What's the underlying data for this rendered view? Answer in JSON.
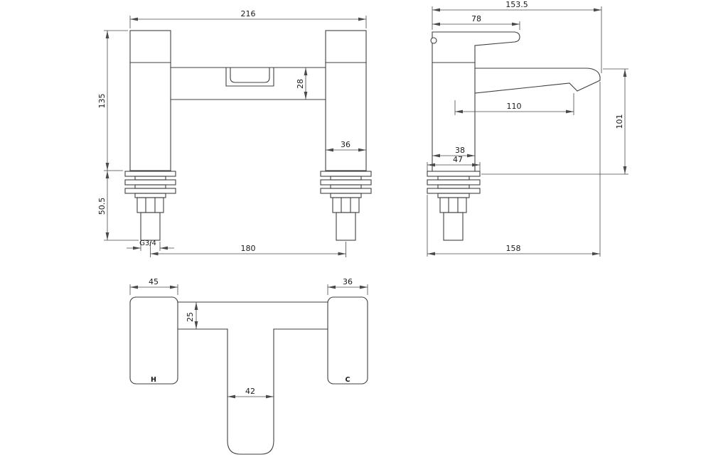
{
  "colors": {
    "background": "#ffffff",
    "object_line": "#3f3f3f",
    "dimension_line": "#4a4a4a",
    "text": "#1a1a1a"
  },
  "front_view": {
    "overall_width": "216",
    "body_height": "135",
    "spout_block_height": "28",
    "pillar_width": "36",
    "shank_length": "50.5",
    "thread_size": "G3/4",
    "tap_hole_centres": "180"
  },
  "side_view": {
    "overall_depth": "153.5",
    "handle_length": "78",
    "spout_projection": "110",
    "spout_height": "101",
    "body_depth": "38",
    "base_depth": "47",
    "overall_footprint": "158"
  },
  "plan_view": {
    "hot_handle_width": "45",
    "cold_handle_width": "36",
    "body_bar_depth": "25",
    "spout_width": "42",
    "hot_label": "H",
    "cold_label": "C"
  }
}
